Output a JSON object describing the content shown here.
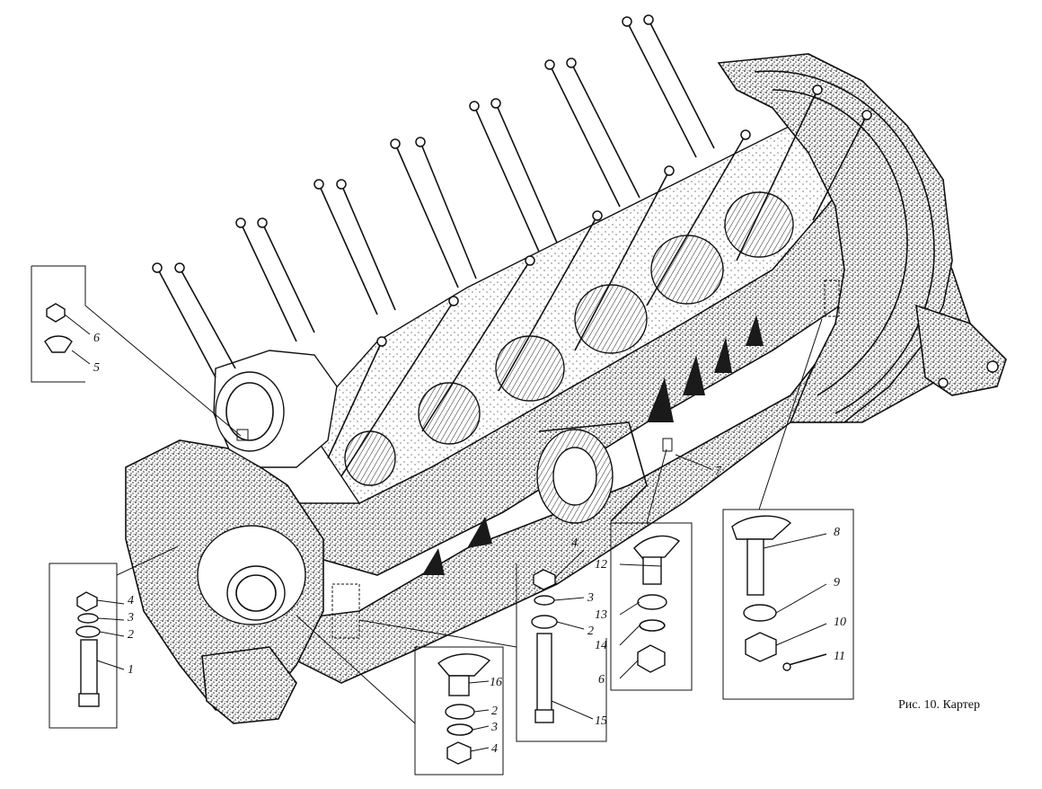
{
  "figure": {
    "caption": "Рис. 10. Картер"
  },
  "callouts": {
    "box_top_left": [
      "6",
      "5"
    ],
    "box_left": [
      "4",
      "3",
      "2",
      "1"
    ],
    "box_center": [
      "4",
      "3",
      "2",
      "15"
    ],
    "box_bottom": [
      "16",
      "2",
      "3",
      "4"
    ],
    "box_mid_right": [
      "12",
      "13",
      "14",
      "6"
    ],
    "box_right": [
      "8",
      "9",
      "10",
      "11"
    ],
    "main": [
      "7"
    ]
  },
  "icons": [
    "crankcase-block",
    "stud-bolt",
    "hex-nut",
    "washer",
    "split-ring",
    "cotter-pin",
    "castle-nut"
  ]
}
